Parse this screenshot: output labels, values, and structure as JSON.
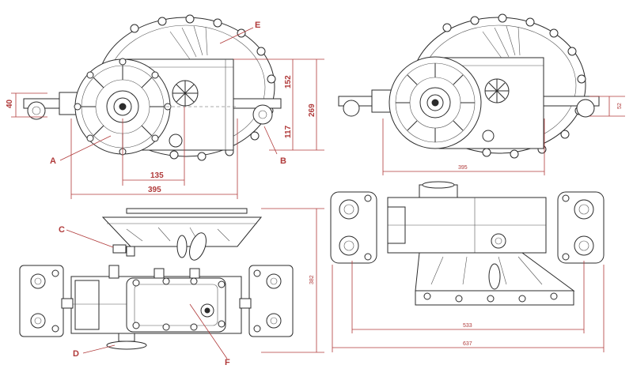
{
  "views": {
    "front_left": {
      "dims": {
        "d40": "40",
        "d152": "152",
        "d269": "269",
        "d117": "117",
        "d135": "135",
        "d395": "395"
      },
      "callouts": {
        "A": "A",
        "B": "B",
        "E": "E"
      }
    },
    "front_right": {
      "dims": {
        "d52": "52",
        "d395": "395"
      }
    },
    "bottom_left": {
      "dims": {
        "d382": "382"
      },
      "callouts": {
        "C": "C",
        "D": "D",
        "F": "F"
      }
    },
    "bottom_right": {
      "dims": {
        "d533": "533",
        "d637": "637"
      }
    }
  },
  "colors": {
    "dimension": "#b03a3a",
    "line": "#2b2b2b",
    "background": "#ffffff"
  }
}
